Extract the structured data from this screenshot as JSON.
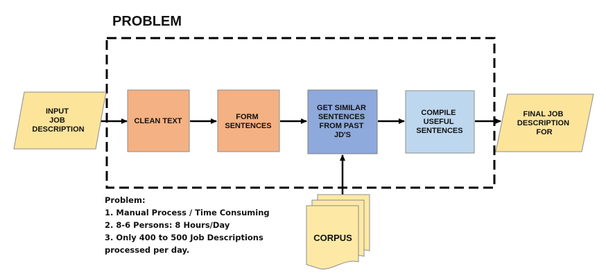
{
  "title": "PROBLEM",
  "nodes": {
    "input": [
      "INPUT",
      "JOB",
      "DESCRIPTION"
    ],
    "clean": [
      "CLEAN TEXT"
    ],
    "form": [
      "FORM",
      "SENTENCES"
    ],
    "similar": [
      "GET SIMILAR",
      "SENTENCES",
      "FROM PAST",
      "JD'S"
    ],
    "compile": [
      "COMPILE",
      "USEFUL",
      "SENTENCES"
    ],
    "final": [
      "FINAL JOB",
      "DESCRIPTION",
      "FOR"
    ],
    "corpus": [
      "CORPUS"
    ]
  },
  "notes": {
    "heading": "Problem:",
    "items": [
      "1. Manual Process / Time Consuming",
      "2. 8-6 Persons: 8 Hours/Day",
      "3. Only 400 to 500 Job Descriptions"
    ],
    "continuation": "processed per day."
  },
  "colors": {
    "io_fill": "#FCE49B",
    "process_orange": "#F4B183",
    "process_blue": "#8EA9DB",
    "process_lightblue": "#BDD7EE",
    "corpus_fill": "#FDE9A5",
    "stroke": "#7F7F7F",
    "line": "#000000"
  }
}
